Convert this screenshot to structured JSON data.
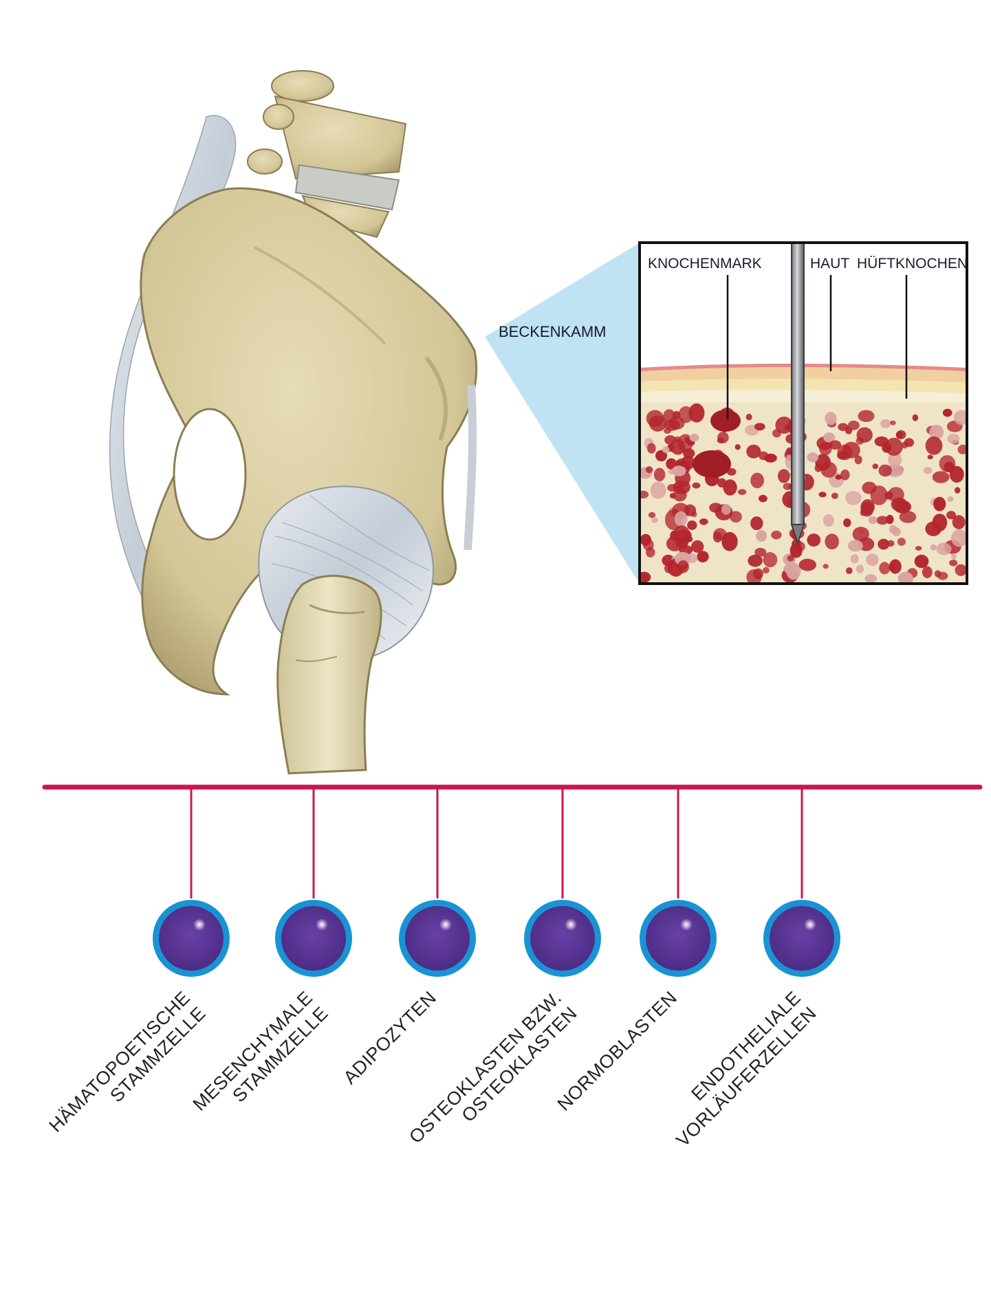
{
  "labels": {
    "beckenkamm": "BECKENKAMM",
    "knochenmark": "KNOCHENMARK",
    "haut": "HAUT",
    "hueftknochen": "HÜFTKNOCHEN"
  },
  "cells": [
    {
      "line1": "HÄMATOPOETISCHE",
      "line2": "STAMMZELLE"
    },
    {
      "line1": "MESENCHYMALE",
      "line2": "STAMMZELLE"
    },
    {
      "line1": "ADIPOZYTEN",
      "line2": ""
    },
    {
      "line1": "OSTEOKLASTEN BZW.",
      "line2": "OSTEOKLASTEN"
    },
    {
      "line1": "NORMOBLASTEN",
      "line2": ""
    },
    {
      "line1": "ENDOTHELIALE",
      "line2": "VORLÄUFERZELLEN"
    }
  ],
  "colors": {
    "timeline": "#c8184e",
    "cell_fill": "#55318f",
    "cell_ring": "#1a93d4",
    "callout": "#bfe3f3",
    "bone": "#d9cfa8",
    "marrow_red": "#b3252d"
  }
}
